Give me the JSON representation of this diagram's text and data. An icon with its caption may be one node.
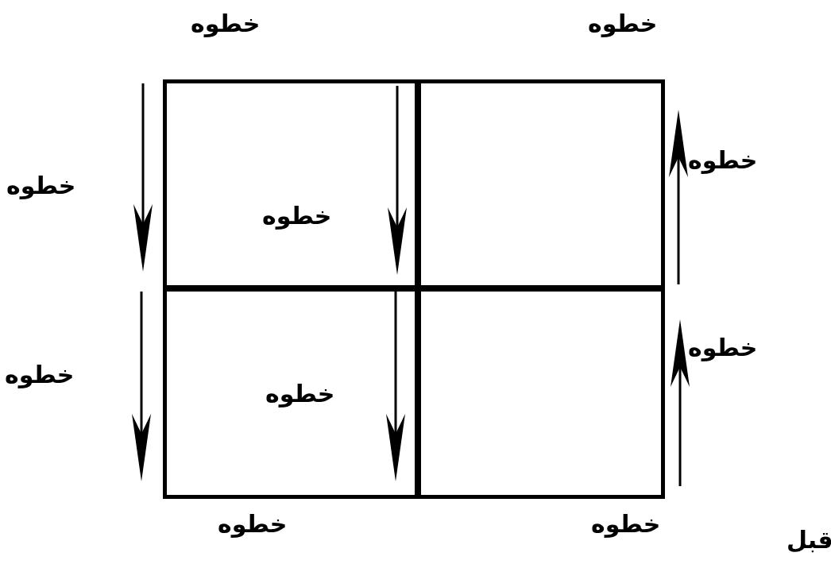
{
  "diagram": {
    "nodes": [
      {
        "text": [],
        "shape": "box"
      },
      {
        "text": [],
        "shape": "box"
      },
      {
        "text": [],
        "shape": "box"
      },
      {
        "text": [],
        "shape": "box"
      }
    ],
    "labels": [
      "خطوه",
      "خطوه",
      "خطوه",
      "خطوه",
      "خطوه",
      "خطوه",
      "خطوه",
      "خطوه",
      "خطوه",
      "خطوه",
      "قبل"
    ]
  }
}
